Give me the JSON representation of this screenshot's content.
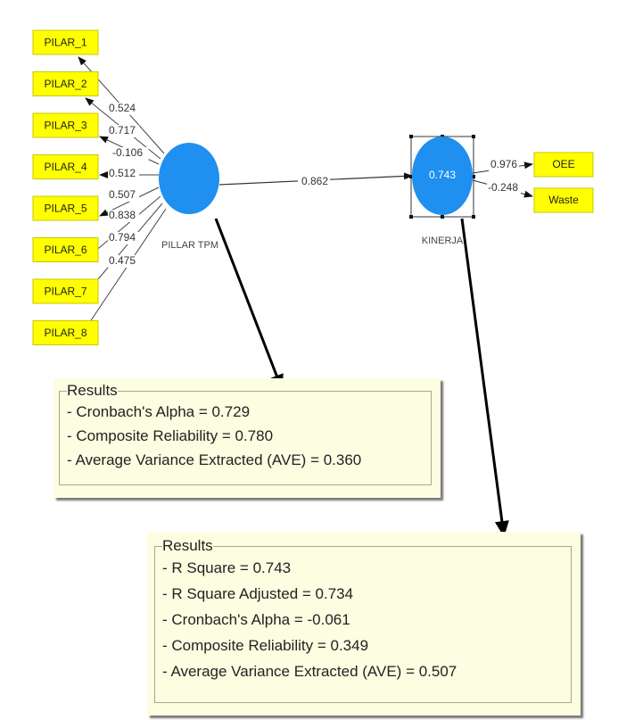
{
  "exogenous": {
    "name": "PILLAR TPM",
    "color": "#1f8ff0",
    "indicators": [
      {
        "label": "PILAR_1",
        "loading": "0.524"
      },
      {
        "label": "PILAR_2",
        "loading": "0.717"
      },
      {
        "label": "PILAR_3",
        "loading": "-0.106"
      },
      {
        "label": "PILAR_4",
        "loading": "0.512"
      },
      {
        "label": "PILAR_5",
        "loading": "0.507"
      },
      {
        "label": "PILAR_6",
        "loading": "0.838"
      },
      {
        "label": "PILAR_7",
        "loading": "0.794"
      },
      {
        "label": "PILAR_8",
        "loading": "0.475"
      }
    ]
  },
  "endogenous": {
    "name": "KINERJA",
    "r_square": "0.743",
    "color": "#1f8ff0",
    "indicators": [
      {
        "label": "OEE",
        "loading": "0.976"
      },
      {
        "label": "Waste",
        "loading": "-0.248"
      }
    ]
  },
  "path": {
    "from": "PILLAR TPM",
    "to": "KINERJA",
    "coefficient": "0.862"
  },
  "results_pillar": {
    "title": "Results",
    "rows": [
      "- Cronbach's Alpha = 0.729",
      "- Composite Reliability = 0.780",
      "- Average Variance Extracted (AVE) = 0.360"
    ]
  },
  "results_kinerja": {
    "title": "Results",
    "rows": [
      "- R Square = 0.743",
      "- R Square Adjusted = 0.734",
      "- Cronbach's Alpha = -0.061",
      "- Composite Reliability = 0.349",
      "- Average Variance Extracted (AVE) = 0.507"
    ]
  }
}
